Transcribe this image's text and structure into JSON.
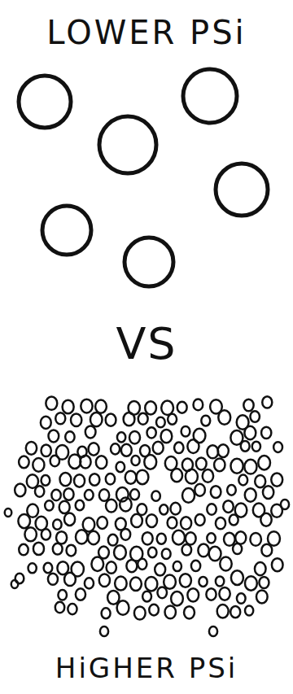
{
  "diagram": {
    "labels": [
      "LOWER PSi",
      "VS",
      "HiGHER PSi"
    ]
  }
}
